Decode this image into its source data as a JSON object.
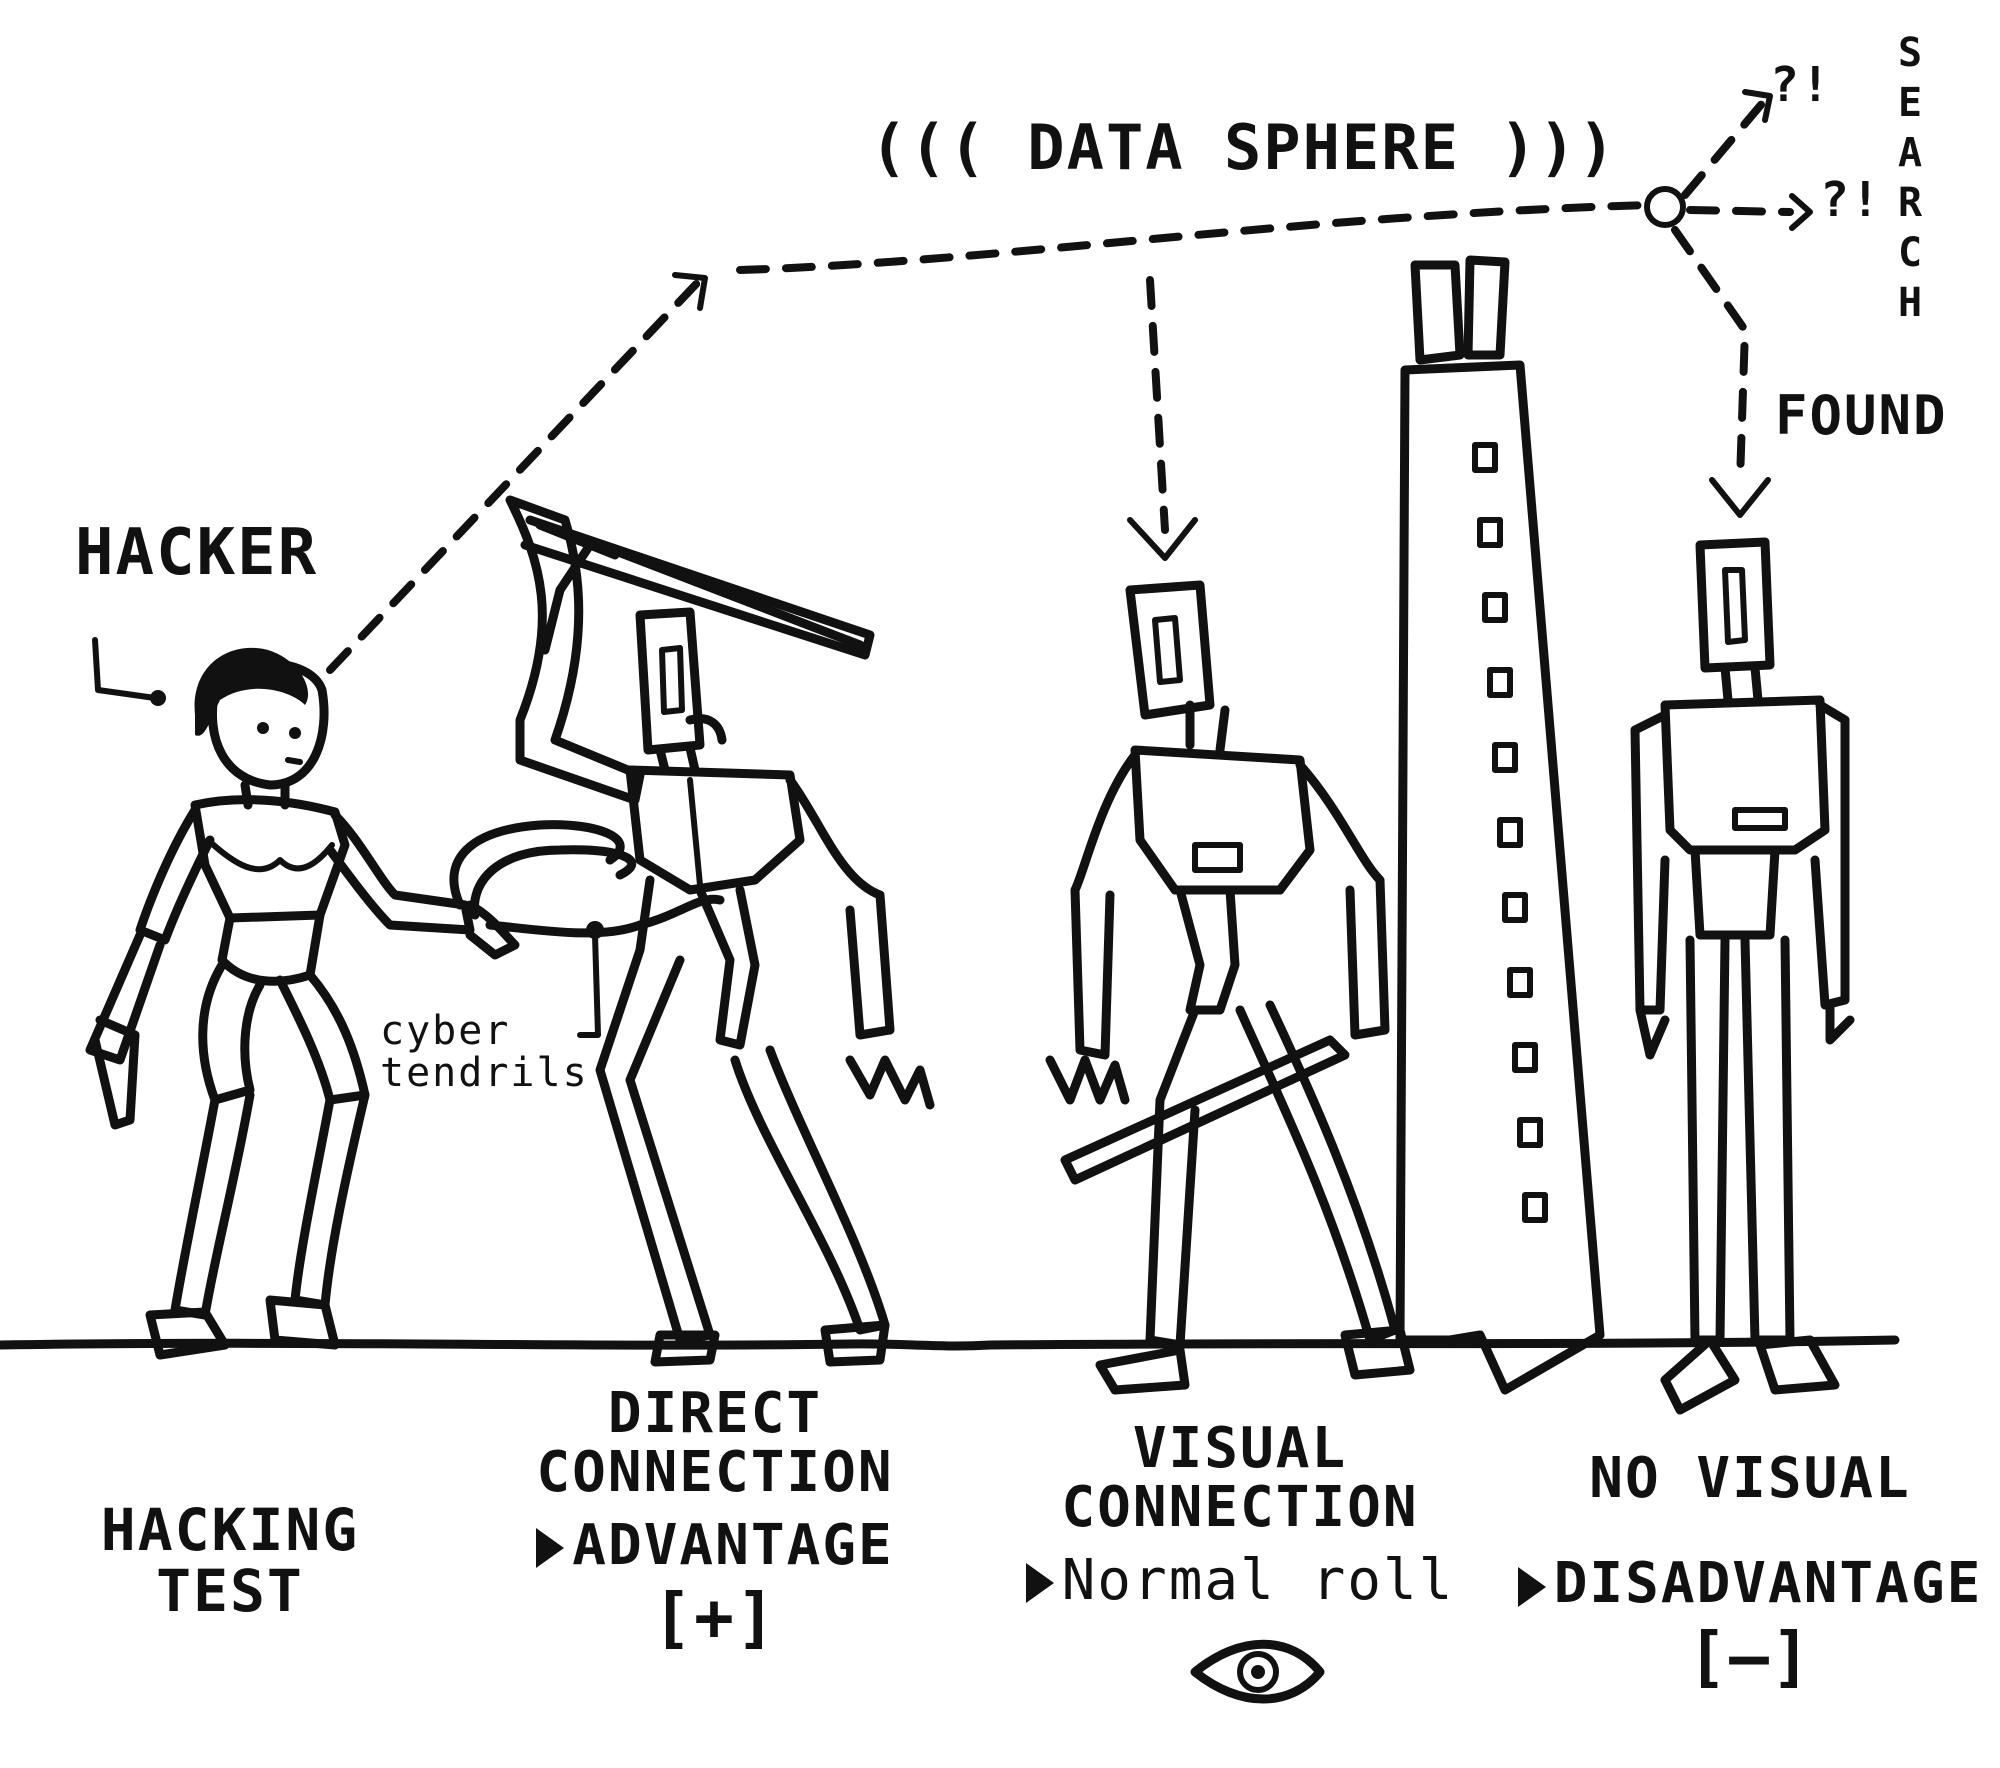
{
  "labels": {
    "hacker": "HACKER",
    "data_sphere": "((( DATA SPHERE )))",
    "search": "SEARCH",
    "found": "FOUND",
    "question_marks": [
      "?!",
      "?!"
    ],
    "cyber_tendrils": "cyber tendrils",
    "hacking_test": "HACKING TEST"
  },
  "columns": [
    {
      "title": "DIRECT CONNECTION",
      "result": "ADVANTAGE",
      "mark": "[+]"
    },
    {
      "title": "VISUAL CONNECTION",
      "result": "Normal roll",
      "mark_icon": "eye-icon"
    },
    {
      "title": "NO VISUAL",
      "result": "DISADVANTAGE",
      "mark": "[–]"
    }
  ],
  "colors": {
    "ink": "#111111",
    "paper": "#ffffff"
  }
}
